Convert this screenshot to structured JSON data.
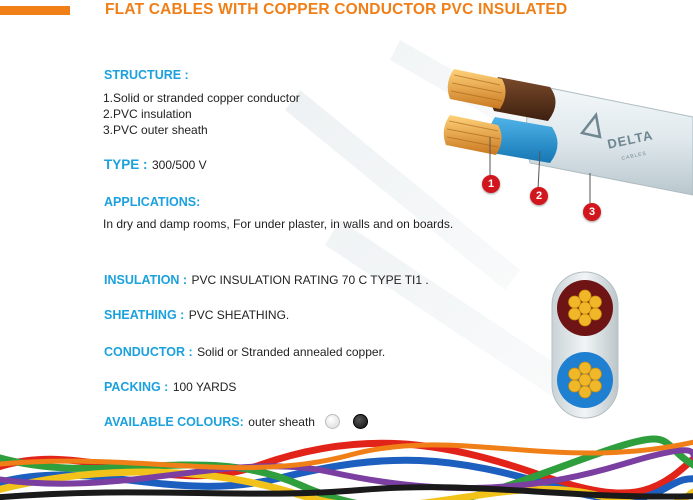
{
  "header": {
    "title": "FLAT CABLES  WITH COPPER CONDUCTOR PVC INSULATED"
  },
  "structure": {
    "label": "STRUCTURE :",
    "items": [
      "1.Solid or stranded copper conductor",
      "2.PVC insulation",
      "3.PVC outer sheath"
    ]
  },
  "type": {
    "label": "TYPE :",
    "value": "300/500 V"
  },
  "applications": {
    "label": "APPLICATIONS:",
    "text": "In dry and damp rooms, For under plaster, in walls and on boards."
  },
  "insulation": {
    "label": "INSULATION :",
    "value": "PVC INSULATION RATING 70 C TYPE TI1 ."
  },
  "sheathing": {
    "label": "SHEATHING :",
    "value": "PVC SHEATHING."
  },
  "conductor": {
    "label": "CONDUCTOR :",
    "value": "Solid or Stranded  annealed copper."
  },
  "packing": {
    "label": "PACKING :",
    "value": "100 YARDS"
  },
  "colours": {
    "label": "AVAILABLE COLOURS:",
    "value": "outer sheath",
    "swatches": [
      "#e6e6e6",
      "#1a1a1a"
    ]
  },
  "figure": {
    "callouts": [
      "1",
      "2",
      "3"
    ],
    "brand_name": "DELTA",
    "brand_sub": "CABLES"
  },
  "colors": {
    "accent_orange": "#f07f17",
    "label_blue": "#1ba1dd",
    "callout_red": "#d1161d"
  }
}
